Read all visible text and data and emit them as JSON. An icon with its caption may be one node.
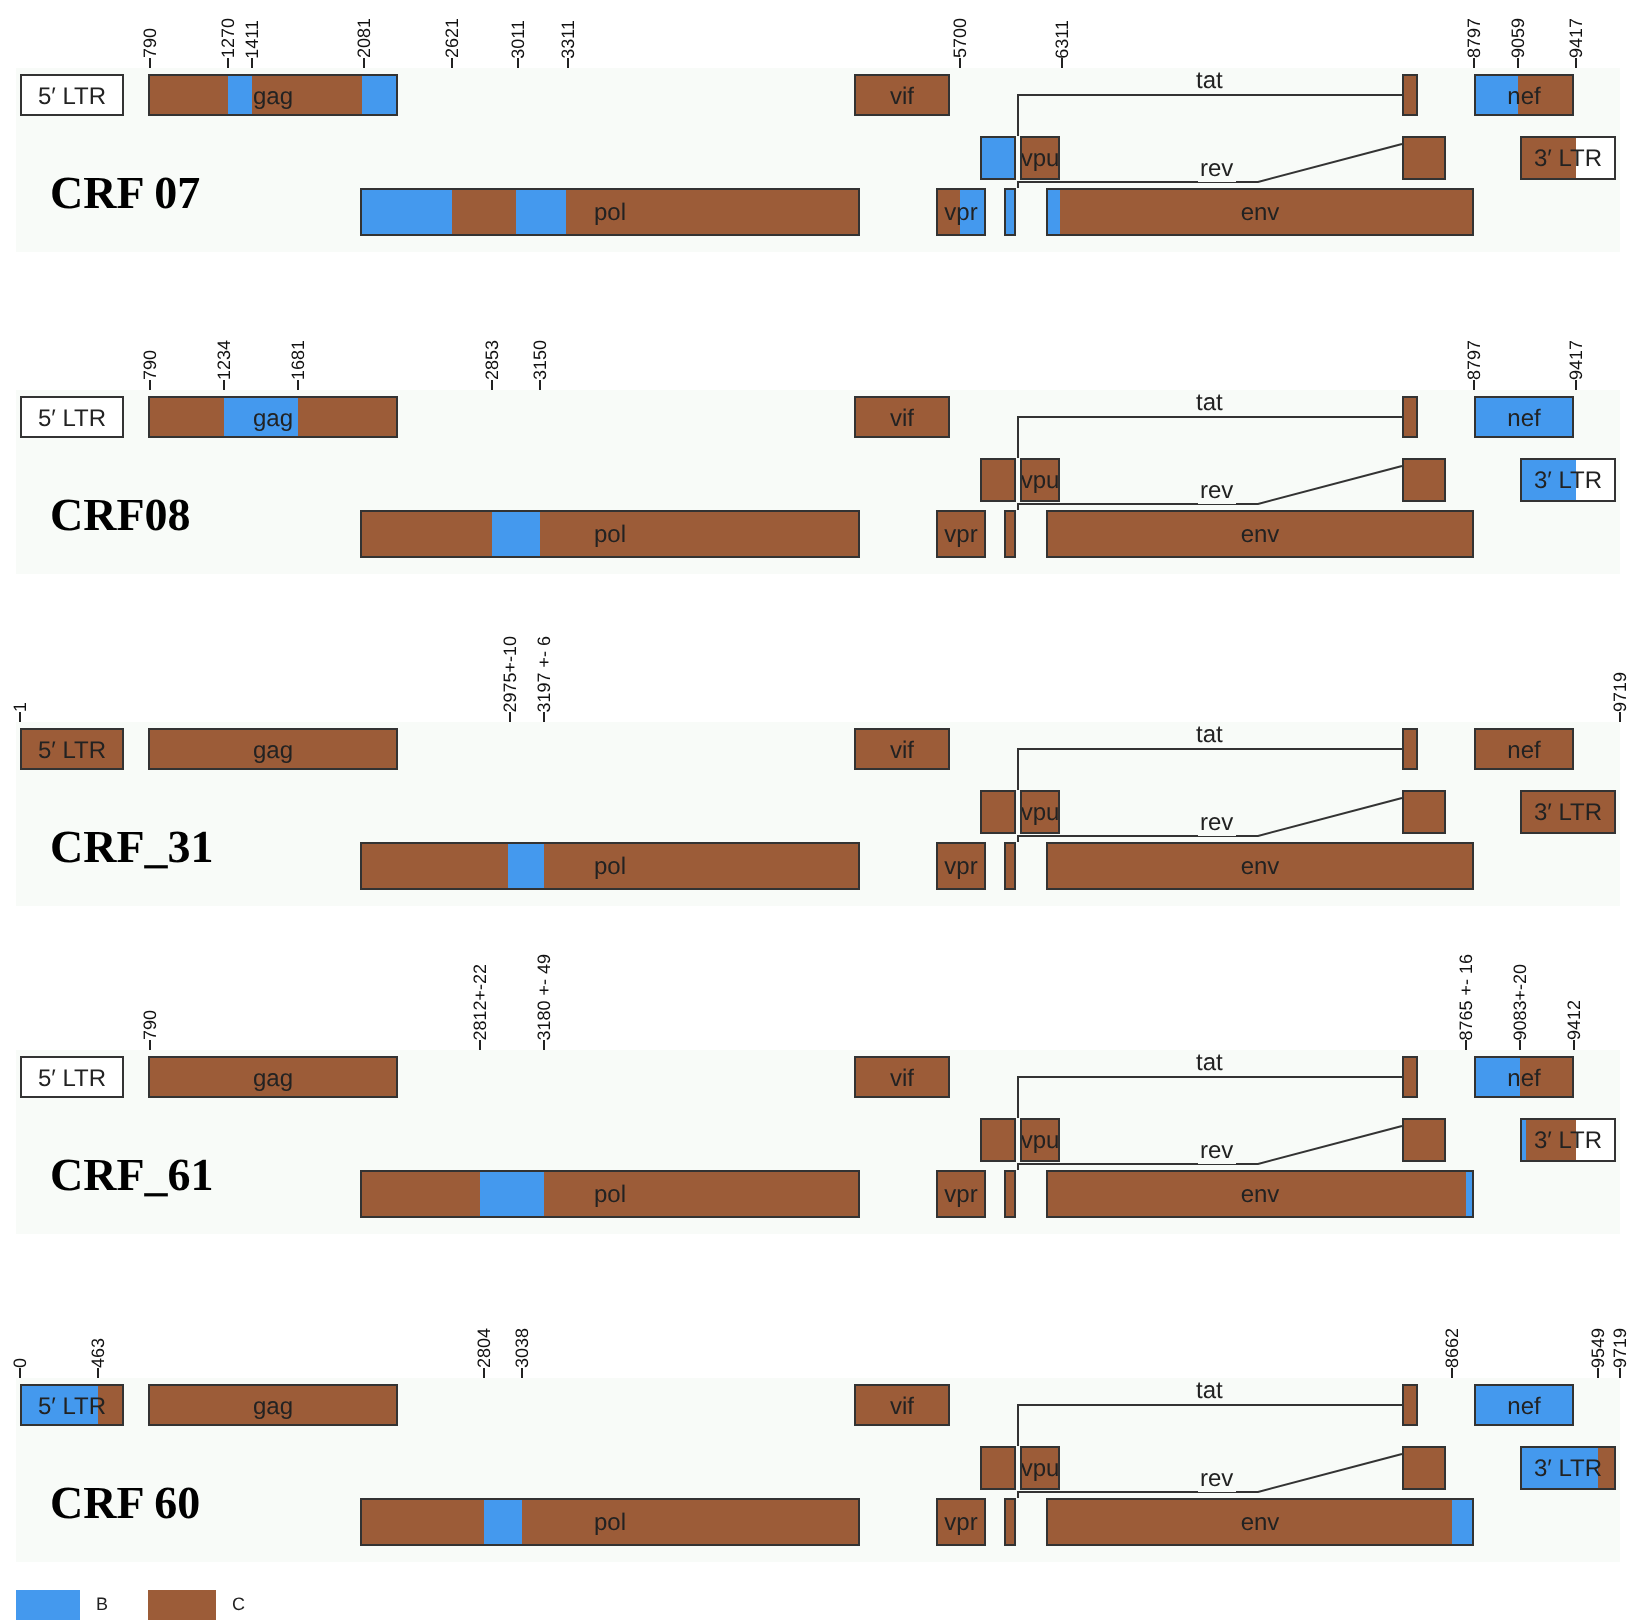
{
  "diagram": {
    "nodes": [
      {
        "text": [
          "CRF 07"
        ]
      },
      {
        "text": [
          "5′ LTR"
        ],
        "in": 0
      },
      {
        "text": [
          "gag"
        ],
        "in": 0
      },
      {
        "text": [
          "vif"
        ],
        "in": 0
      },
      {
        "text": [],
        "shape": "box",
        "in": 0
      },
      {
        "text": [
          "nef"
        ],
        "in": 0
      },
      {
        "text": [],
        "shape": "box",
        "in": 0
      },
      {
        "text": [
          "vpu"
        ],
        "in": 0
      },
      {
        "text": [],
        "shape": "box",
        "in": 0
      },
      {
        "text": [
          "3′ LTR"
        ],
        "in": 0
      },
      {
        "text": [
          "pol"
        ],
        "in": 0
      },
      {
        "text": [
          "vpr"
        ],
        "in": 0
      },
      {
        "text": [],
        "shape": "box",
        "in": 0
      },
      {
        "text": [
          "env"
        ],
        "in": 0
      },
      {
        "text": [
          "CRF08"
        ]
      },
      {
        "text": [
          "5′ LTR"
        ],
        "in": 14
      },
      {
        "text": [
          "gag"
        ],
        "in": 14
      },
      {
        "text": [
          "vif"
        ],
        "in": 14
      },
      {
        "text": [],
        "shape": "box",
        "in": 14
      },
      {
        "text": [
          "nef"
        ],
        "in": 14
      },
      {
        "text": [],
        "shape": "box",
        "in": 14
      },
      {
        "text": [
          "vpu"
        ],
        "in": 14
      },
      {
        "text": [],
        "shape": "box",
        "in": 14
      },
      {
        "text": [
          "3′ LTR"
        ],
        "in": 14
      },
      {
        "text": [
          "pol"
        ],
        "in": 14
      },
      {
        "text": [
          "vpr"
        ],
        "in": 14
      },
      {
        "text": [],
        "shape": "box",
        "in": 14
      },
      {
        "text": [
          "env"
        ],
        "in": 14
      },
      {
        "text": [
          "CRF_31"
        ]
      },
      {
        "text": [
          "5′ LTR"
        ],
        "in": 28
      },
      {
        "text": [
          "gag"
        ],
        "in": 28
      },
      {
        "text": [
          "vif"
        ],
        "in": 28
      },
      {
        "text": [],
        "shape": "box",
        "in": 28
      },
      {
        "text": [
          "nef"
        ],
        "in": 28
      },
      {
        "text": [],
        "shape": "box",
        "in": 28
      },
      {
        "text": [
          "vpu"
        ],
        "in": 28
      },
      {
        "text": [],
        "shape": "box",
        "in": 28
      },
      {
        "text": [
          "3′ LTR"
        ],
        "in": 28
      },
      {
        "text": [
          "pol"
        ],
        "in": 28
      },
      {
        "text": [
          "vpr"
        ],
        "in": 28
      },
      {
        "text": [],
        "shape": "box",
        "in": 28
      },
      {
        "text": [
          "env"
        ],
        "in": 28
      },
      {
        "text": [
          "CRF_61"
        ]
      },
      {
        "text": [
          "5′ LTR"
        ],
        "in": 42
      },
      {
        "text": [
          "gag"
        ],
        "in": 42
      },
      {
        "text": [
          "vif"
        ],
        "in": 42
      },
      {
        "text": [],
        "shape": "box",
        "in": 42
      },
      {
        "text": [
          "nef"
        ],
        "in": 42
      },
      {
        "text": [],
        "shape": "box",
        "in": 42
      },
      {
        "text": [
          "vpu"
        ],
        "in": 42
      },
      {
        "text": [],
        "shape": "box",
        "in": 42
      },
      {
        "text": [
          "3′ LTR"
        ],
        "in": 42
      },
      {
        "text": [
          "pol"
        ],
        "in": 42
      },
      {
        "text": [
          "vpr"
        ],
        "in": 42
      },
      {
        "text": [],
        "shape": "box",
        "in": 42
      },
      {
        "text": [
          "env"
        ],
        "in": 42
      },
      {
        "text": [
          "CRF 60"
        ]
      },
      {
        "text": [
          "5′ LTR"
        ],
        "in": 56
      },
      {
        "text": [
          "gag"
        ],
        "in": 56
      },
      {
        "text": [
          "vif"
        ],
        "in": 56
      },
      {
        "text": [],
        "shape": "box",
        "in": 56
      },
      {
        "text": [
          "nef"
        ],
        "in": 56
      },
      {
        "text": [],
        "shape": "box",
        "in": 56
      },
      {
        "text": [
          "vpu"
        ],
        "in": 56
      },
      {
        "text": [],
        "shape": "box",
        "in": 56
      },
      {
        "text": [
          "3′ LTR"
        ],
        "in": 56
      },
      {
        "text": [
          "pol"
        ],
        "in": 56
      },
      {
        "text": [
          "vpr"
        ],
        "in": 56
      },
      {
        "text": [],
        "shape": "box",
        "in": 56
      },
      {
        "text": [
          "env"
        ],
        "in": 56
      }
    ],
    "edges": [
      {
        "from": 6,
        "to": 4,
        "arrow": "none",
        "label": "tat"
      },
      {
        "from": 12,
        "to": 8,
        "arrow": "none",
        "label": "rev"
      },
      {
        "from": 20,
        "to": 18,
        "arrow": "none",
        "label": "tat"
      },
      {
        "from": 26,
        "to": 22,
        "arrow": "none",
        "label": "rev"
      },
      {
        "from": 34,
        "to": 32,
        "arrow": "none",
        "label": "tat"
      },
      {
        "from": 40,
        "to": 36,
        "arrow": "none",
        "label": "rev"
      },
      {
        "from": 48,
        "to": 46,
        "arrow": "none",
        "label": "tat"
      },
      {
        "from": 54,
        "to": 50,
        "arrow": "none",
        "label": "rev"
      },
      {
        "from": 62,
        "to": 60,
        "arrow": "none",
        "label": "tat"
      },
      {
        "from": 68,
        "to": 64,
        "arrow": "none",
        "label": "rev"
      }
    ],
    "labels": [
      "790",
      "1270",
      "1411",
      "2081",
      "2621",
      "3011",
      "3311",
      "5700",
      "6311",
      "8797",
      "9059",
      "9417",
      "790",
      "1234",
      "1681",
      "2853",
      "3150",
      "8797",
      "9417",
      "1",
      "2975+-10",
      "3197 +- 6",
      "9719",
      "790",
      "2812+-22",
      "3180 +- 49",
      "8765 +- 16",
      "9083+-20",
      "9412",
      "0",
      "463",
      "2804",
      "3038",
      "8662",
      "9549",
      "9719"
    ],
    "legend": [
      {
        "text": "B",
        "color": "#4499ee"
      },
      {
        "text": "C",
        "color": "#9c5c38"
      }
    ]
  }
}
